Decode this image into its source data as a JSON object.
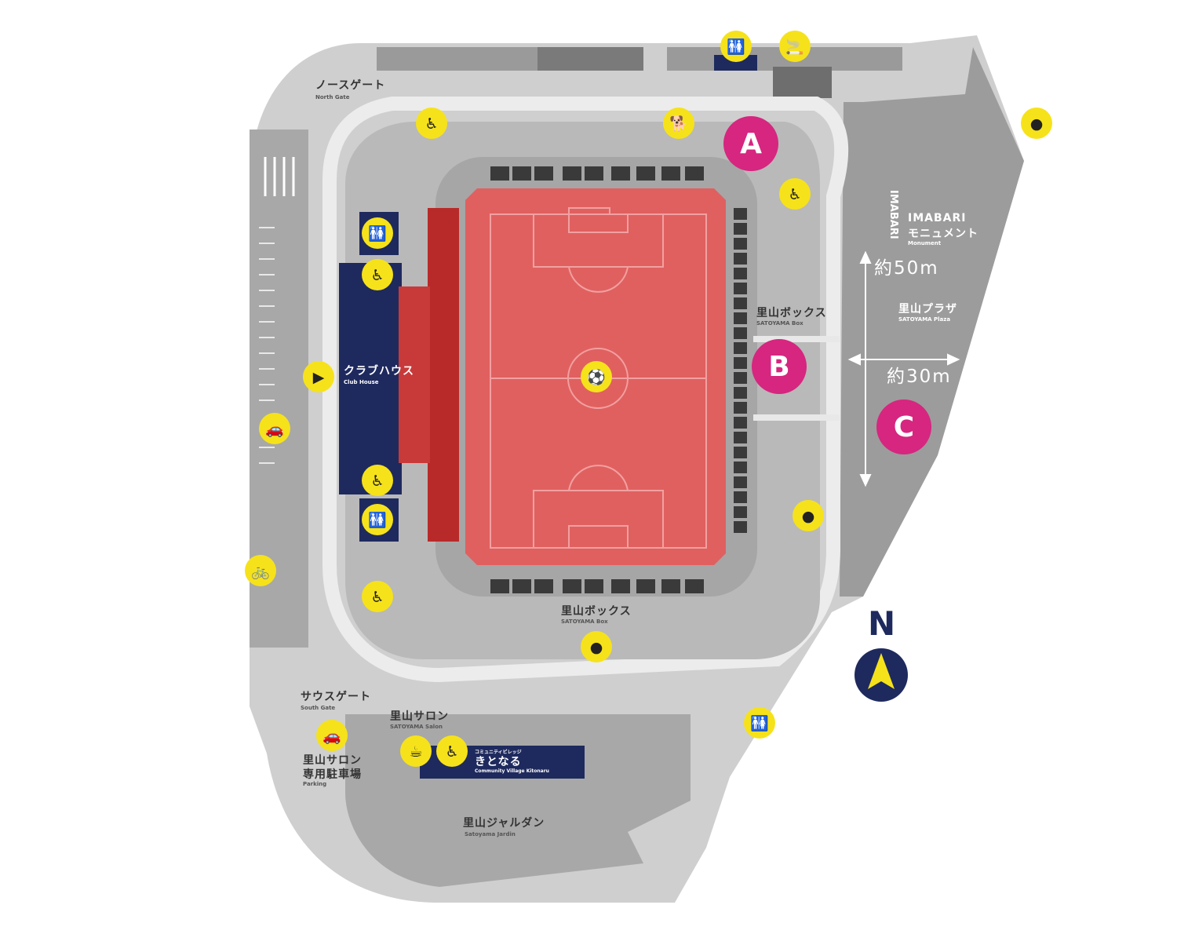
{
  "labels": {
    "north_gate": {
      "ja": "ノースゲート",
      "en": "North Gate"
    },
    "south_gate": {
      "ja": "サウスゲート",
      "en": "South Gate"
    },
    "club_house": {
      "ja": "クラブハウス",
      "en": "Club House"
    },
    "satoyama_box_east": {
      "ja": "里山ボックス",
      "en": "SATOYAMA Box"
    },
    "satoyama_box_south": {
      "ja": "里山ボックス",
      "en": "SATOYAMA Box"
    },
    "satoyama_salon": {
      "ja": "里山サロン",
      "en": "SATOYAMA Salon"
    },
    "salon_parking": {
      "ja_line1": "里山サロン",
      "ja_line2": "専用駐車場",
      "en": "Parking"
    },
    "kitonaru": {
      "small": "コミュニティビレッジ",
      "ja": "きとなる",
      "en": "Community Village Kitonaru"
    },
    "satoyama_jardin": {
      "ja": "里山ジャルダン",
      "en": "Satoyama Jardin"
    },
    "satoyama_plaza": {
      "ja": "里山プラザ",
      "en": "SATOYAMA Plaza"
    },
    "monument": {
      "brand": "IMABARI",
      "ja": "モニュメント",
      "en": "Monument",
      "vertical": "IMABARI"
    }
  },
  "distances": {
    "ns": "約50m",
    "ew": "約30m"
  },
  "markers": {
    "a": "A",
    "b": "B",
    "c": "C"
  },
  "compass": {
    "label": "N"
  },
  "icons": [
    "wheelchair-icon",
    "dog-icon",
    "restroom-icon",
    "smoking-icon",
    "player-icon",
    "play-icon",
    "car-icon",
    "bicycle-icon",
    "coffee-icon",
    "radish-icon",
    "lemon-icon",
    "grapes-icon"
  ],
  "colors": {
    "ground": "#cfcfcf",
    "building": "#8c8c8c",
    "path": "#e8e8e8",
    "pitch": "#e06060",
    "seats": "#b82a2a",
    "clubhouse": "#1e2a5e",
    "marker": "#d6267f",
    "icon_bg": "#f6e21a"
  }
}
